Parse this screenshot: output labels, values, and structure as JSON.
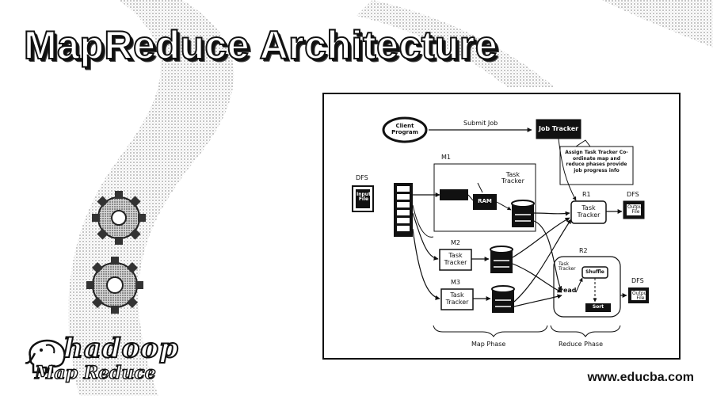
{
  "title": "MapReduce Architecture",
  "diagram": {
    "client_program": "Client\nProgram",
    "submit_job": "Submit Job",
    "job_tracker": "Job Tracker",
    "note": "Assign Task Tracker Co-ordinate map and reduce phases provide job progress info",
    "m1": "M1",
    "m2": "M2",
    "m3": "M3",
    "r1": "R1",
    "r2": "R2",
    "task_tracker": "Task\nTracker",
    "dfs_left": "DFS",
    "dfs_right_top": "DFS",
    "dfs_right_bottom": "DFS",
    "input_file": "Input\nFile",
    "output_file_top": "Output\nFile",
    "output_file_bottom": "Output\nFile",
    "ram": "RAM",
    "read": "read",
    "shuffle": "Shuffle",
    "sort": "Sort",
    "map_phase": "Map Phase",
    "reduce_phase": "Reduce Phase"
  },
  "logo": {
    "hadoop": "hadoop",
    "map_reduce": "Map Reduce"
  },
  "watermark": "www.educba.com"
}
